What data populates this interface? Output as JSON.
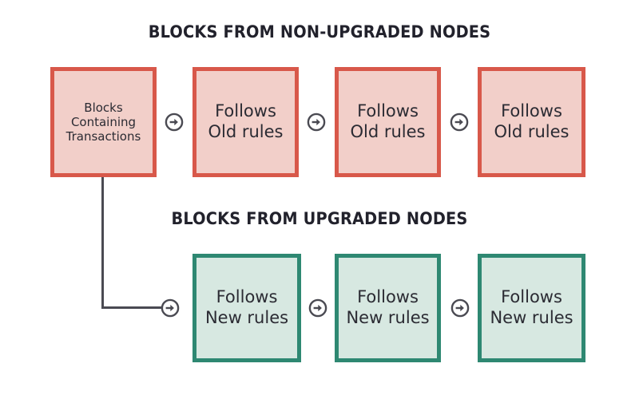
{
  "sections": {
    "top": {
      "title": "BLOCKS FROM NON-UPGRADED NODES",
      "accent_color": "#d8584a",
      "fill_color": "#f2cfc9"
    },
    "bottom": {
      "title": "BLOCKS FROM UPGRADED NODES",
      "accent_color": "#2e8872",
      "fill_color": "#d7e8e1"
    }
  },
  "blocks": {
    "origin": {
      "text": "Blocks\nContaining\nTransactions"
    },
    "old_rules": [
      {
        "text": "Follows\nOld rules"
      },
      {
        "text": "Follows\nOld rules"
      },
      {
        "text": "Follows\nOld rules"
      }
    ],
    "new_rules": [
      {
        "text": "Follows\nNew rules"
      },
      {
        "text": "Follows\nNew rules"
      },
      {
        "text": "Follows\nNew rules"
      }
    ]
  },
  "connectors": {
    "arrow_icon_name": "arrow-right-circle-icon",
    "arrow_color": "#4a4a52",
    "branch_line_color": "#4a4a52"
  },
  "page": {
    "background_color": "#ffffff",
    "text_color": "#2b2b33"
  }
}
